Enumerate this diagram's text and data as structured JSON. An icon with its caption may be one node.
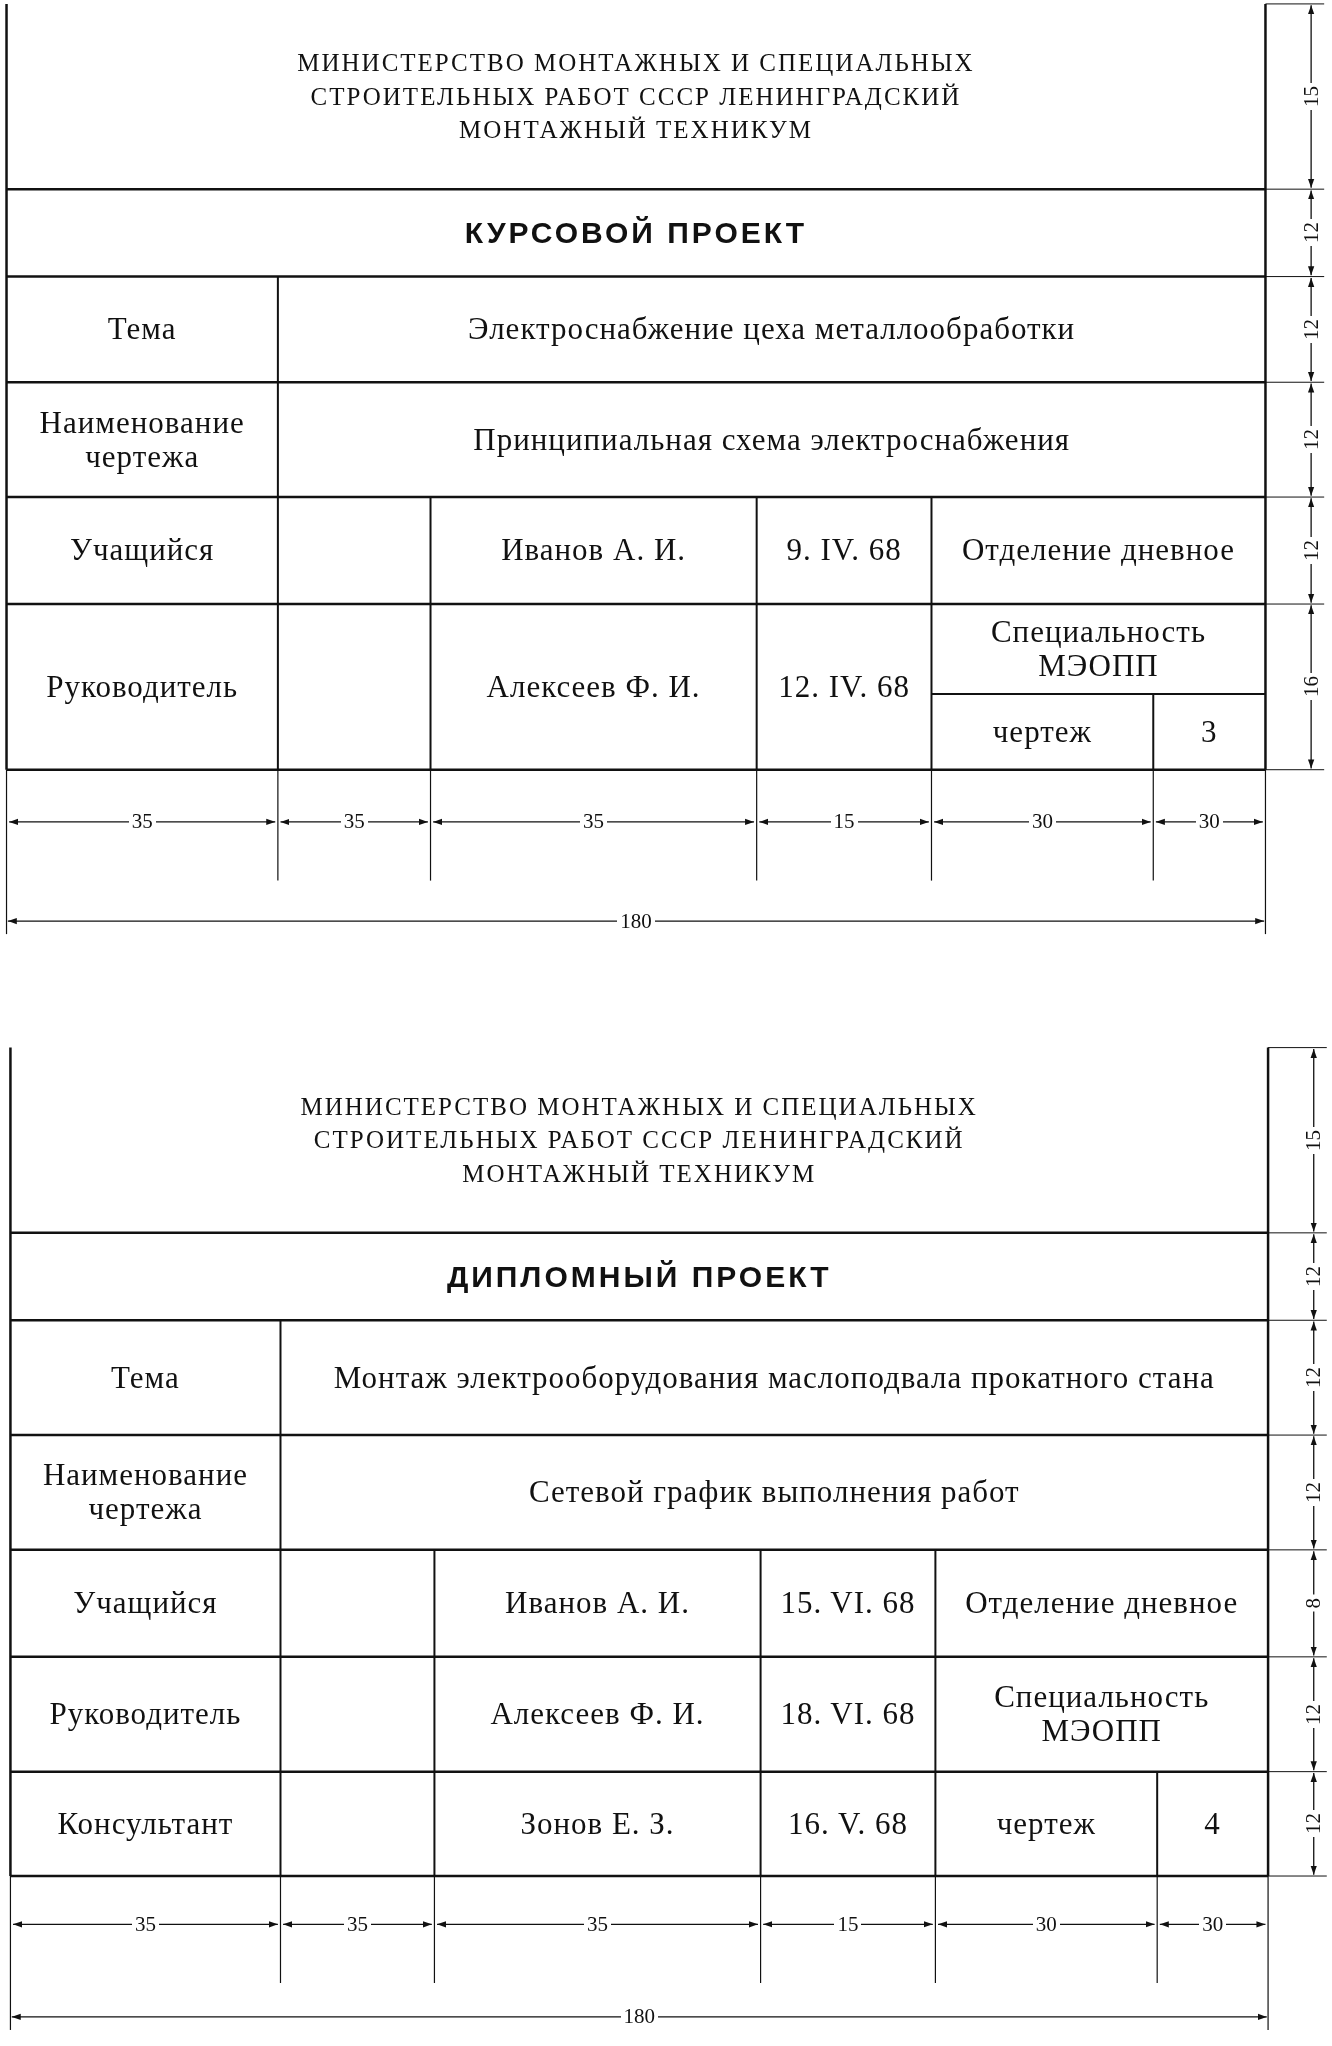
{
  "diagram": {
    "labels": [
      "МИНИСТЕРСТВО МОНТАЖНЫХ И СПЕЦИАЛЬНЫХ СТРОИТЕЛЬНЫХ РАБОТ СССР ЛЕНИНГРАДСКИЙ МОНТАЖНЫЙ ТЕХНИКУМ",
      "КУРСОВОЙ ПРОЕКТ",
      "Тема",
      "Электроснабжение цеха металлообработки",
      "Наименование чертежа",
      "Принципиальная схема электроснабжения",
      "Учащийся",
      "Иванов А. И.",
      "9. IV. 68",
      "Отделение дневное",
      "Руководитель",
      "Алексеев Ф. И.",
      "12. IV. 68",
      "Специальность МЭОПП",
      "чертеж",
      "3",
      "15",
      "12",
      "12",
      "12",
      "12",
      "16",
      "35",
      "35",
      "35",
      "15",
      "30",
      "30",
      "180",
      "МИНИСТЕРСТВО МОНТАЖНЫХ И СПЕЦИАЛЬНЫХ СТРОИТЕЛЬНЫХ РАБОТ СССР ЛЕНИНГРАДСКИЙ МОНТАЖНЫЙ ТЕХНИКУМ",
      "ДИПЛОМНЫЙ ПРОЕКТ",
      "Тема",
      "Монтаж электрооборудования маслоподвала прокатного стана",
      "Наименование чертежа",
      "Сетевой график выполнения работ",
      "Учащийся",
      "Иванов А. И.",
      "15. VI. 68",
      "Отделение дневное",
      "Руководитель",
      "Алексеев Ф. И.",
      "18. VI. 68",
      "Специальность МЭОПП",
      "Консультант",
      "Зонов Е. З.",
      "16. V. 68",
      "чертеж",
      "4",
      "15",
      "12",
      "12",
      "12",
      "8",
      "12",
      "12",
      "35",
      "35",
      "35",
      "15",
      "30",
      "30",
      "180"
    ]
  }
}
